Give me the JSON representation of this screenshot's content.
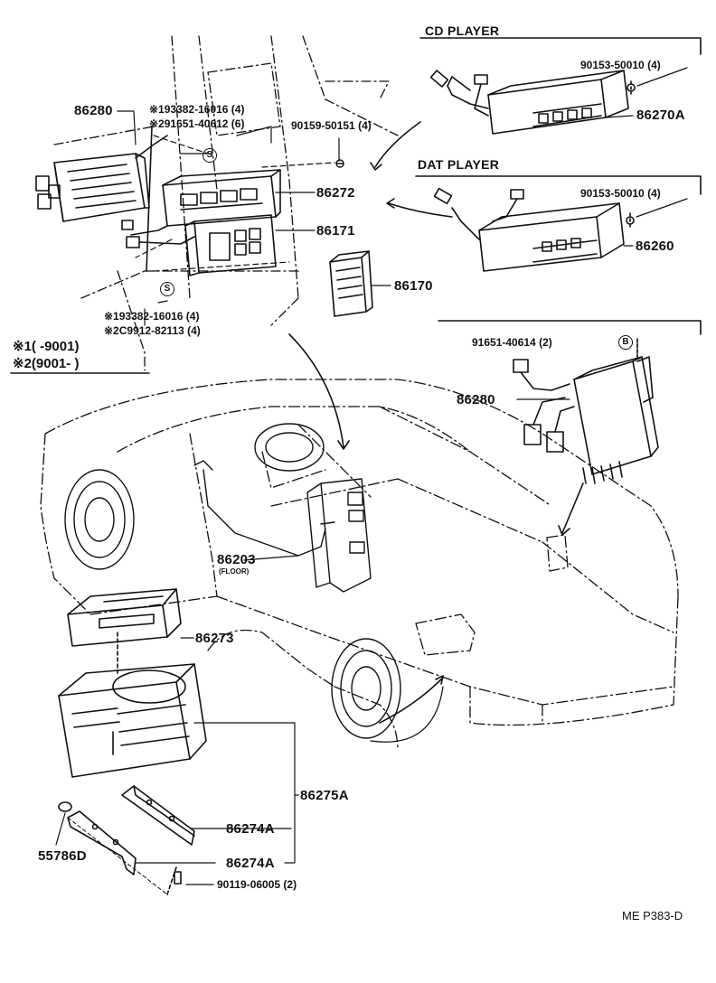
{
  "headers": {
    "cd_player": "CD PLAYER",
    "dat_player": "DAT PLAYER"
  },
  "parts": {
    "p86280_top": "86280",
    "p86270a": "86270A",
    "p86272": "86272",
    "p86171": "86171",
    "p86170": "86170",
    "p86260": "86260",
    "p86280_right": "86280",
    "p86203": "86203",
    "p86203_sub": "(FLOOR)",
    "p86273": "86273",
    "p86275a": "86275A",
    "p86274a_1": "86274A",
    "p86274a_2": "86274A",
    "p55786d": "55786D"
  },
  "fasteners": {
    "f_top_a": "※193382-16016 (4)",
    "f_top_b": "※291651-40612 (6)",
    "f_90159": "90159-50151 (4)",
    "f_cd_screw": "90153-50010 (4)",
    "f_dat_screw": "90153-50010 (4)",
    "f_bottom_a": "※193382-16016 (4)",
    "f_bottom_b": "※2C9912-82113 (4)",
    "f_91651": "91651-40614 (2)",
    "f_90119": "90119-06005 (2)"
  },
  "notes": {
    "note1": "※1(        -9001)",
    "note2": "※2(9001-        )"
  },
  "symbols": {
    "s_upper": "S",
    "s_lower": "S",
    "b_marker": "B"
  },
  "footer": {
    "code": "ME P383-D"
  }
}
